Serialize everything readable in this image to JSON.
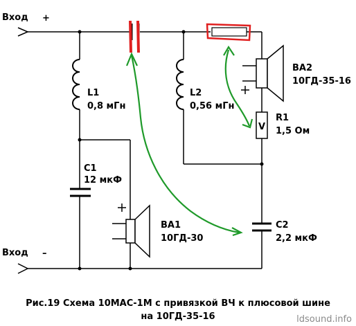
{
  "inputs": {
    "top": "Вход",
    "top_sign": "+",
    "bottom": "Вход",
    "bottom_sign": "–"
  },
  "components": {
    "L1": {
      "name": "L1",
      "value": "0,8 мГн"
    },
    "L2": {
      "name": "L2",
      "value": "0,56 мГн"
    },
    "C1": {
      "name": "C1",
      "value": "12 мкФ"
    },
    "C2": {
      "name": "C2",
      "value": "2,2 мкФ"
    },
    "R1": {
      "name": "R1",
      "value": "1,5 Ом"
    },
    "BA1": {
      "name": "BA1",
      "value": "10ГД-30",
      "polarity": "+"
    },
    "BA2": {
      "name": "BA2",
      "value": "10ГД-35-16",
      "polarity": "+"
    },
    "V_marker": "V"
  },
  "caption": {
    "line1": "Рис.19 Схема 10МАС-1М с привязкой ВЧ к плюсовой шине",
    "line2": "на 10ГД-35-16"
  },
  "watermark": "ldsound.info",
  "colors": {
    "wire": "#000000",
    "highlight_red": "#e02020",
    "annotation_green": "#1f9a2a"
  }
}
